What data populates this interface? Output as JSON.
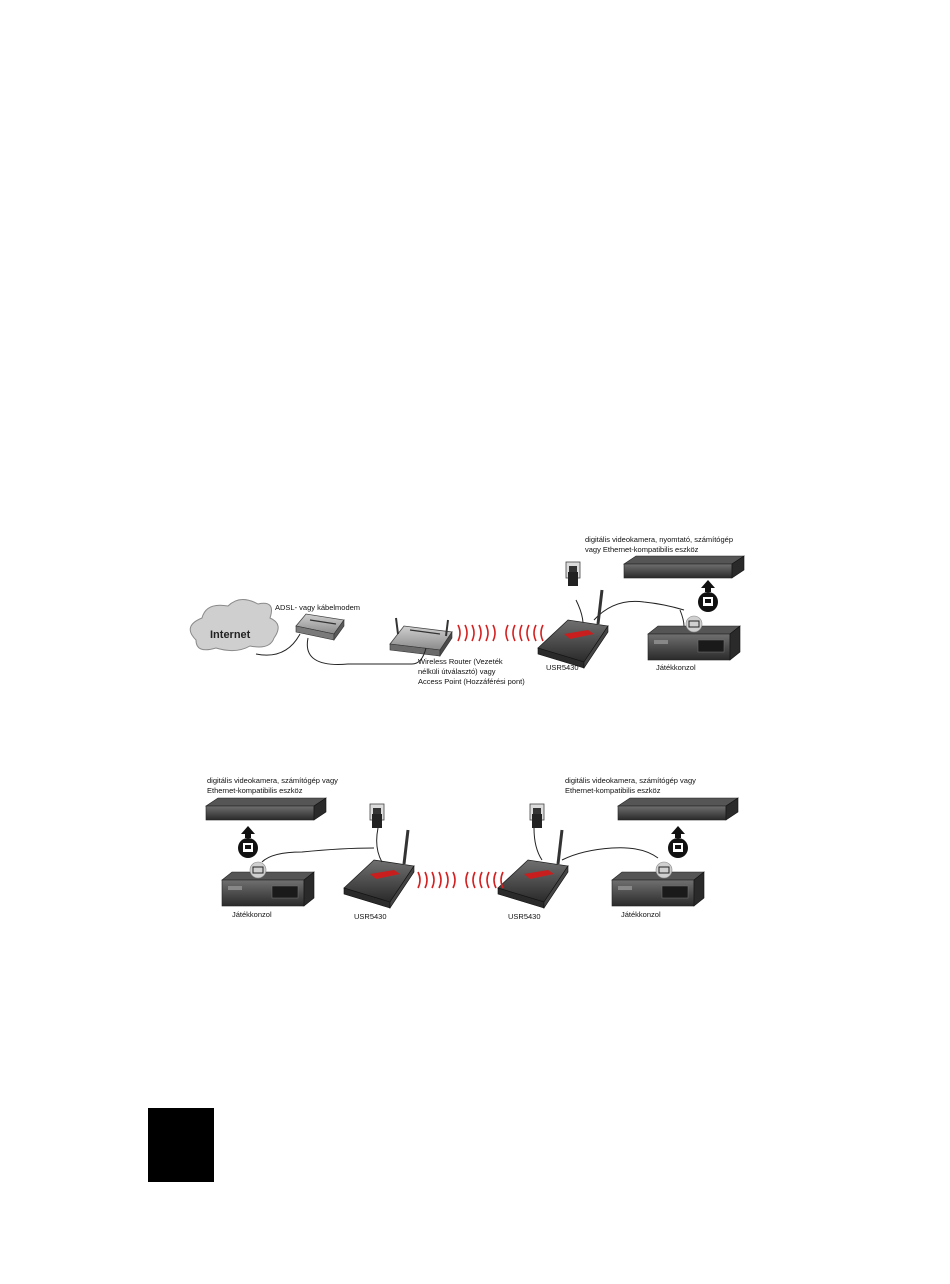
{
  "diagram1": {
    "cloud_label": "Internet",
    "modem_label": "ADSL- vagy kábelmodem",
    "router_label_lines": [
      "Wireless Router (Vezeték",
      "nélküli útválasztó) vagy",
      "Access Point (Hozzáférési pont)"
    ],
    "adapter_label": "USR5430",
    "device_label_lines": [
      "digitális videokamera, nyomtató, számítógép",
      "vagy Ethernet-kompatibilis eszköz"
    ],
    "console_label": "Játékkonzol"
  },
  "diagram2": {
    "left": {
      "device_label_lines": [
        "digitális videokamera, számítógép vagy",
        "Ethernet-kompatibilis eszköz"
      ],
      "console_label": "Játékkonzol",
      "adapter_label": "USR5430"
    },
    "right": {
      "device_label_lines": [
        "digitális videokamera, számítógép vagy",
        "Ethernet-kompatibilis eszköz"
      ],
      "console_label": "Játékkonzol",
      "adapter_label": "USR5430"
    }
  },
  "colors": {
    "wave": "#d42020",
    "device_dark": "#3a3a3a",
    "device_light": "#9a9a9a",
    "cloud": "#c8c8c8",
    "accent_red": "#c81e1e"
  }
}
